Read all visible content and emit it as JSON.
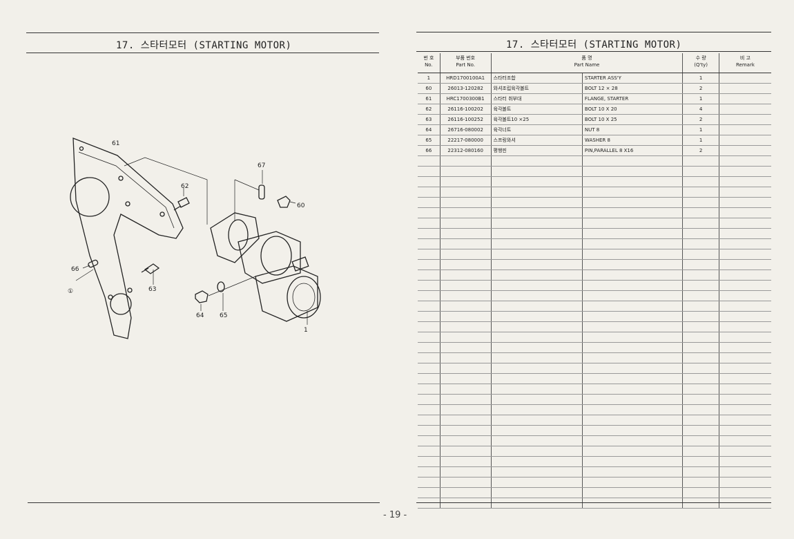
{
  "page_title": "17. 스타터모터 (STARTING MOTOR)",
  "page_number": "- 19 -",
  "diagram": {
    "callouts": [
      "61",
      "62",
      "67",
      "60",
      "66",
      "①",
      "63",
      "64",
      "65",
      "1"
    ]
  },
  "table": {
    "headers": [
      {
        "kr": "번 호",
        "en": "No."
      },
      {
        "kr": "부품 번호",
        "en": "Part  No."
      },
      {
        "kr": "품      명",
        "en": "Part Name"
      },
      {
        "kr": "수 량",
        "en": "(Q'ty)"
      },
      {
        "kr": "비   고",
        "en": "Remark"
      }
    ],
    "rows": [
      {
        "no": "1",
        "part": "HRD1700100A1",
        "name_kr": "스타터조합",
        "name_en": "STARTER ASS'Y",
        "qty": "1",
        "remark": ""
      },
      {
        "no": "60",
        "part": "26013-120282",
        "name_kr": "와셔조립육각볼트",
        "name_en": "BOLT 12 × 28",
        "qty": "2",
        "remark": ""
      },
      {
        "no": "61",
        "part": "HRC1700300B1",
        "name_kr": "스타터 취부대",
        "name_en": "FLANGE, STARTER",
        "qty": "1",
        "remark": ""
      },
      {
        "no": "62",
        "part": "26116-100202",
        "name_kr": "육각볼트",
        "name_en": "BOLT 10 X 20",
        "qty": "4",
        "remark": ""
      },
      {
        "no": "63",
        "part": "26116-100252",
        "name_kr": "육각볼트10 ×25",
        "name_en": "BOLT 10 X 25",
        "qty": "2",
        "remark": ""
      },
      {
        "no": "64",
        "part": "26716-080002",
        "name_kr": "육각너트",
        "name_en": "NUT 8",
        "qty": "1",
        "remark": ""
      },
      {
        "no": "65",
        "part": "22217-080000",
        "name_kr": "스프링와셔",
        "name_en": "WASHER 8",
        "qty": "1",
        "remark": ""
      },
      {
        "no": "66",
        "part": "22312-080160",
        "name_kr": "평행핀",
        "name_en": "PIN,PARALLEL 8 X16",
        "qty": "2",
        "remark": ""
      }
    ],
    "empty_rows": 34
  }
}
